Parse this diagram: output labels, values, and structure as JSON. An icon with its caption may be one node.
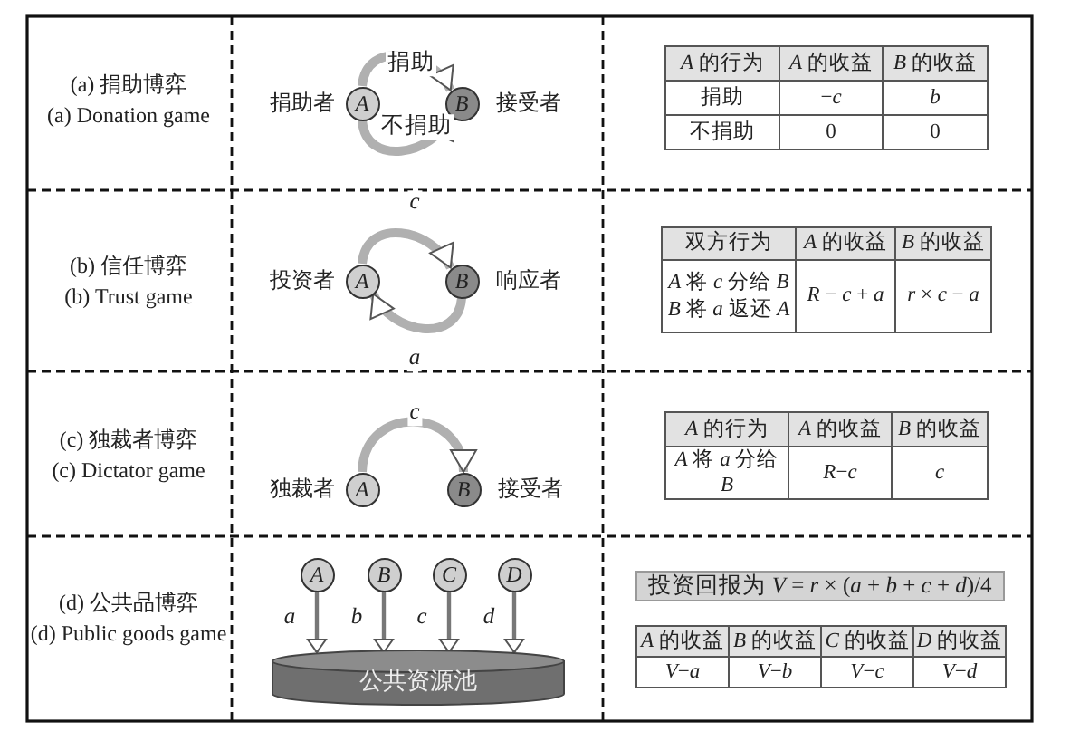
{
  "diagram": {
    "nodes": [
      {
        "text": [
          "A"
        ],
        "beside": [
          "捐助者"
        ]
      },
      {
        "text": [
          "B"
        ],
        "beside": [
          "接受者"
        ]
      },
      {
        "text": [
          "A"
        ],
        "beside": [
          "投资者"
        ]
      },
      {
        "text": [
          "B"
        ],
        "beside": [
          "响应者"
        ]
      },
      {
        "text": [
          "A"
        ],
        "beside": [
          "独裁者"
        ]
      },
      {
        "text": [
          "B"
        ],
        "beside": [
          "接受者"
        ]
      },
      {
        "text": [
          "A"
        ]
      },
      {
        "text": [
          "B"
        ]
      },
      {
        "text": [
          "C"
        ]
      },
      {
        "text": [
          "D"
        ]
      },
      {
        "text": [
          "公共资源池"
        ]
      }
    ],
    "edges": [
      {
        "from": 0,
        "to": 1,
        "arrow": "to",
        "label": "捐助"
      },
      {
        "from": 0,
        "to": 1,
        "arrow": "to",
        "label": "不捐助"
      },
      {
        "from": 2,
        "to": 3,
        "arrow": "to",
        "label": "*c*"
      },
      {
        "from": 3,
        "to": 2,
        "arrow": "to",
        "label": "*a*"
      },
      {
        "from": 4,
        "to": 5,
        "arrow": "to",
        "label": "*c*"
      },
      {
        "from": 6,
        "to": 10,
        "arrow": "to",
        "label": "*a*"
      },
      {
        "from": 7,
        "to": 10,
        "arrow": "to",
        "label": "*b*"
      },
      {
        "from": 8,
        "to": 10,
        "arrow": "to",
        "label": "*c*"
      },
      {
        "from": 9,
        "to": 10,
        "arrow": "to",
        "label": "*d*"
      }
    ],
    "labels": [
      "(a) 捐助博弈",
      "(a) Donation game",
      "*A* 的行为",
      "*A* 的收益",
      "*B* 的收益",
      "捐助",
      "−*c*",
      "*b*",
      "不捐助",
      "0",
      "0",
      "(b) 信任博弈",
      "(b) Trust game",
      "双方行为",
      "*A* 的收益",
      "*B* 的收益",
      "*A* 将 *c* 分给 *B* *B* 将 *a* 返还 *A*",
      "*R* − *c* + *a*",
      "*r* × *c* − *a*",
      "(c) 独裁者博弈",
      "(c) Dictator game",
      "*A* 的行为",
      "*A* 的收益",
      "*B* 的收益",
      "*A* 将 *a* 分给 *B*",
      "*R*−*c*",
      "*c*",
      "(d) 公共品博弈",
      "(d) Public goods game",
      "投资回报为 *V* = *r* × (*a* + *b* + *c* + *d*)/4",
      "*A* 的收益",
      "*B* 的收益",
      "*C* 的收益",
      "*D* 的收益",
      "*V*−*a*",
      "*V*−*b*",
      "*V*−*c*",
      "*V*−*d*"
    ]
  }
}
